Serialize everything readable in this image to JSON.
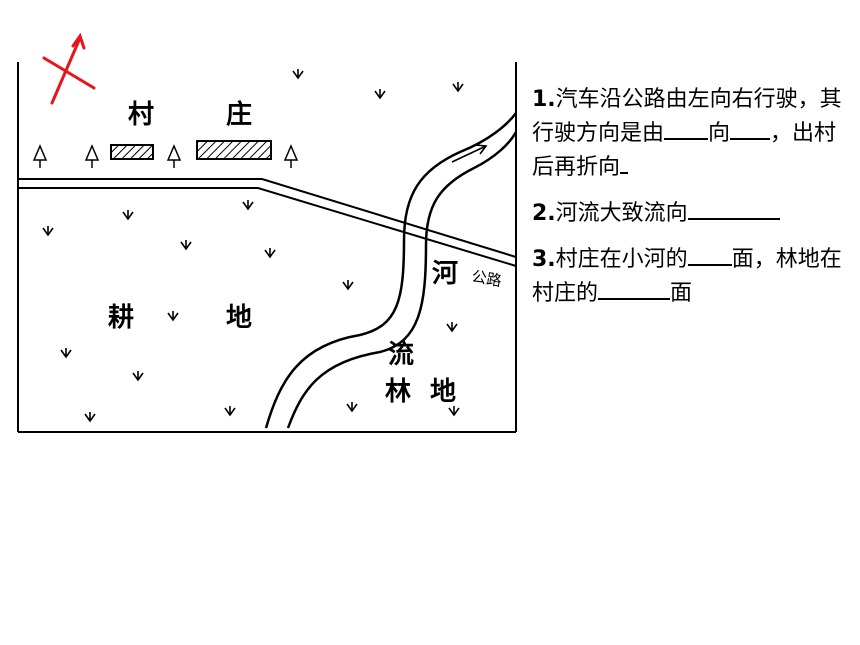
{
  "map": {
    "labels": {
      "village_1": "村",
      "village_2": "庄",
      "farmland_1": "耕",
      "farmland_2": "地",
      "river_1": "河",
      "river_2": "流",
      "road": "公路",
      "forest_1": "林",
      "forest_2": "地"
    },
    "colors": {
      "north_arrow": "#e8141b",
      "lines": "#000000"
    },
    "icons": [
      "north-arrow-icon",
      "tree-icon",
      "grass-icon",
      "building-icon"
    ]
  },
  "questions": [
    {
      "num": "1.",
      "text_a": "汽车沿公路由左向右行驶，其行驶方向是由",
      "text_b": "向",
      "text_c": "，出村后再折向"
    },
    {
      "num": "2.",
      "text_a": "河流大致流向"
    },
    {
      "num": "3.",
      "text_a": "村庄在小河的",
      "text_b": "面，林地在村庄的",
      "text_c": "面"
    }
  ]
}
